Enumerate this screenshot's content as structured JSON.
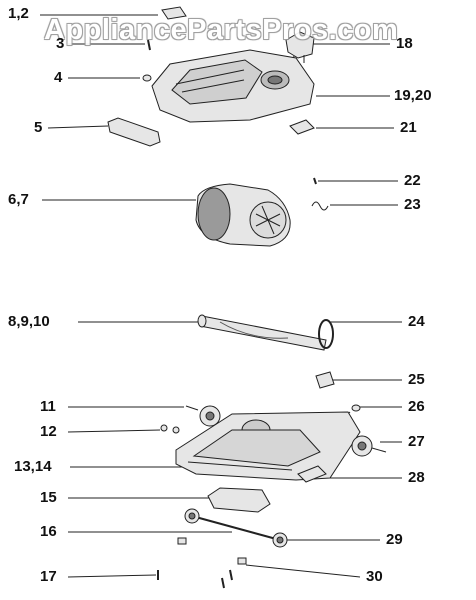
{
  "watermark": "AppliancePartsPros.com",
  "callouts": {
    "c1": "1,2",
    "c3": "3",
    "c4": "4",
    "c5": "5",
    "c6": "6,7",
    "c8": "8,9,10",
    "c11": "11",
    "c12": "12",
    "c13": "13,14",
    "c15": "15",
    "c16": "16",
    "c17": "17",
    "c18": "18",
    "c19": "19,20",
    "c21": "21",
    "c22": "22",
    "c23": "23",
    "c24": "24",
    "c25": "25",
    "c26": "26",
    "c27": "27",
    "c28": "28",
    "c29": "29",
    "c30": "30"
  },
  "colors": {
    "line": "#222222",
    "part_fill": "#e6e6e6",
    "part_dark": "#6b6b6b"
  }
}
